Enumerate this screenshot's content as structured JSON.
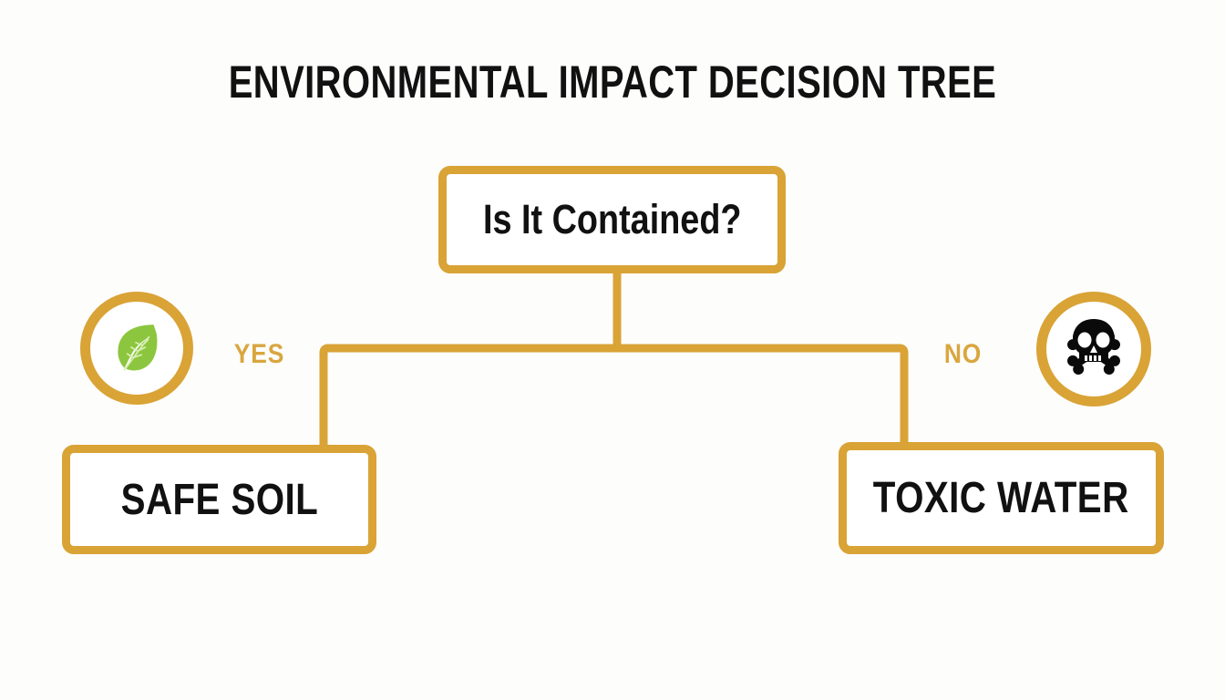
{
  "page": {
    "title": "ENVIRONMENTAL IMPACT DECISION TREE",
    "background_color": "#fdfdfc",
    "accent_color": "#d9a336",
    "text_color": "#111111",
    "leaf_green": "#8cc63e"
  },
  "tree": {
    "root": {
      "label": "Is It Contained?",
      "type": "decision"
    },
    "branches": [
      {
        "answer": "YES",
        "icon": "leaf-icon",
        "outcome": "SAFE SOIL",
        "side": "left"
      },
      {
        "answer": "NO",
        "icon": "skull-crossbones-icon",
        "outcome": "TOXIC WATER",
        "side": "right"
      }
    ]
  },
  "diagram_data": {
    "type": "decision-tree",
    "title": "ENVIRONMENTAL IMPACT DECISION TREE",
    "nodes": [
      {
        "id": "root",
        "label": "Is It Contained?",
        "shape": "rounded-rect",
        "level": 0
      },
      {
        "id": "safe-soil",
        "label": "SAFE SOIL",
        "shape": "rounded-rect",
        "level": 1
      },
      {
        "id": "toxic-water",
        "label": "TOXIC WATER",
        "shape": "rounded-rect",
        "level": 1
      }
    ],
    "edges": [
      {
        "from": "root",
        "to": "safe-soil",
        "label": "YES",
        "icon": "leaf-icon"
      },
      {
        "from": "root",
        "to": "toxic-water",
        "label": "NO",
        "icon": "skull-crossbones-icon"
      }
    ],
    "edge_style": "orthogonal",
    "stroke_color": "#d9a336",
    "stroke_width": 9
  }
}
